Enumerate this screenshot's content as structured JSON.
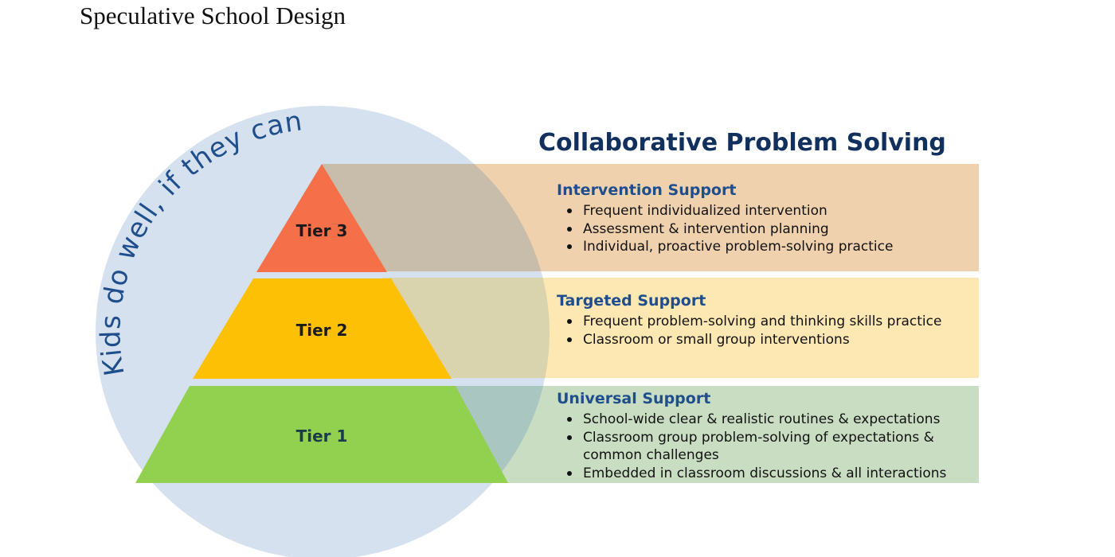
{
  "header": {
    "title": "Speculative School Design"
  },
  "diagram": {
    "title": "Collaborative Problem Solving",
    "motto": "Kids do well, if they can",
    "colors": {
      "circle": "#d5e1ef",
      "title": "#12305e",
      "heading": "#1f4e8c",
      "tier3": "#f57048",
      "tier2": "#fec005",
      "tier1": "#92d050"
    },
    "tiers": [
      {
        "label": "Tier 3",
        "band_color": "#f0d1ae",
        "support": "Intervention Support",
        "bullets": [
          "Frequent individualized intervention",
          "Assessment & intervention planning",
          "Individual, proactive problem-solving practice"
        ]
      },
      {
        "label": "Tier 2",
        "band_color": "#fde8b3",
        "support": "Targeted Support",
        "bullets": [
          "Frequent problem-solving and thinking skills practice",
          "Classroom or small group interventions"
        ]
      },
      {
        "label": "Tier 1",
        "band_color": "#c9ddc2",
        "support": "Universal Support",
        "bullets": [
          "School-wide clear & realistic routines & expectations",
          "Classroom group problem-solving of expectations & common challenges",
          "Embedded in classroom discussions & all interactions"
        ]
      }
    ]
  }
}
